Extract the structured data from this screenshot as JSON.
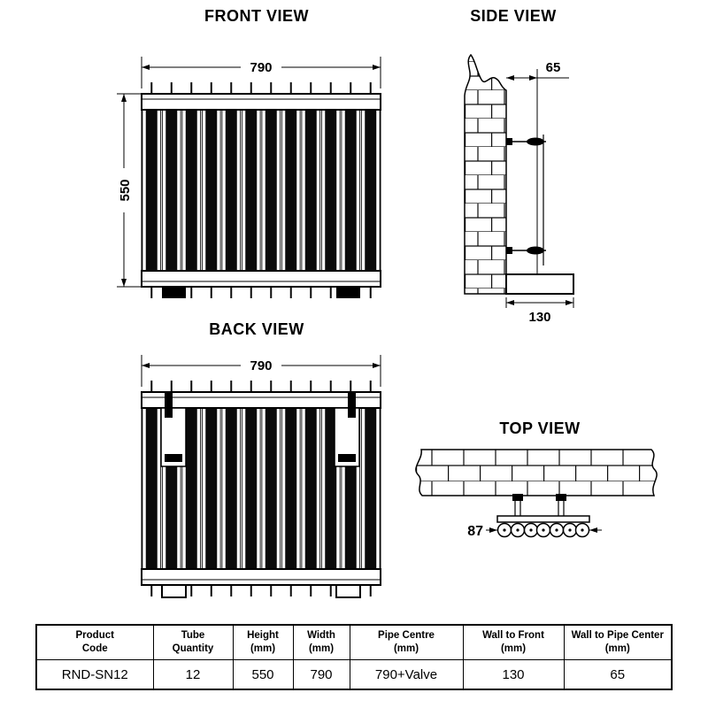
{
  "titles": {
    "front": "FRONT VIEW",
    "side": "SIDE VIEW",
    "back": "BACK VIEW",
    "top": "TOP VIEW"
  },
  "dimensions": {
    "front_width": "790",
    "front_height": "550",
    "back_width": "790",
    "wall_to_pipe_center": "65",
    "wall_to_front": "130",
    "top_view_dim": "87"
  },
  "table": {
    "headers": [
      {
        "line1": "Product",
        "line2": "Code"
      },
      {
        "line1": "Tube",
        "line2": "Quantity"
      },
      {
        "line1": "Height",
        "line2": "(mm)"
      },
      {
        "line1": "Width",
        "line2": "(mm)"
      },
      {
        "line1": "Pipe Centre",
        "line2": "(mm)"
      },
      {
        "line1": "Wall to Front",
        "line2": "(mm)"
      },
      {
        "line1": "Wall to Pipe Center",
        "line2": "(mm)"
      }
    ],
    "row": [
      "RND-SN12",
      "12",
      "550",
      "790",
      "790+Valve",
      "130",
      "65"
    ]
  },
  "colors": {
    "line": "#000000",
    "background": "#ffffff"
  }
}
